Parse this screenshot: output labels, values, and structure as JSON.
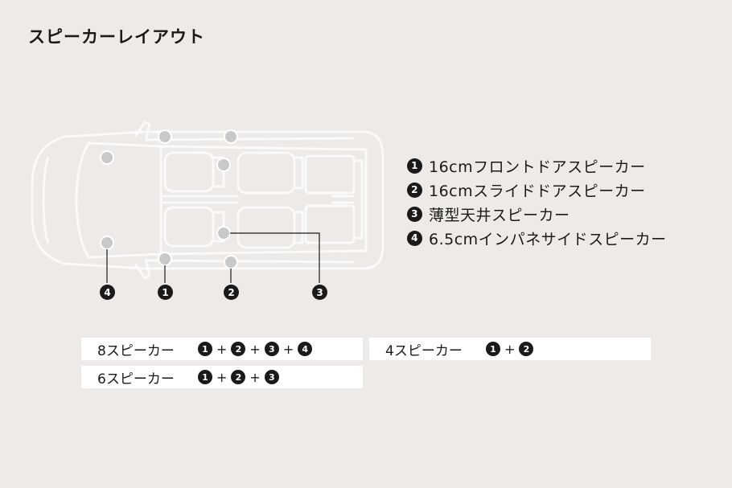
{
  "title": "スピーカーレイアウト",
  "legend": [
    {
      "num": "1",
      "text": "16cmフロントドアスピーカー"
    },
    {
      "num": "2",
      "text": "16cmスライドドアスピーカー"
    },
    {
      "num": "3",
      "text": "薄型天井スピーカー"
    },
    {
      "num": "4",
      "text": "6.5cmインパネサイドスピーカー"
    }
  ],
  "callouts": [
    "4",
    "1",
    "2",
    "3"
  ],
  "configs": [
    {
      "label": "8スピーカー",
      "nums": [
        "1",
        "2",
        "3",
        "4"
      ]
    },
    {
      "label": "4スピーカー",
      "nums": [
        "1",
        "2"
      ]
    },
    {
      "label": "6スピーカー",
      "nums": [
        "1",
        "2",
        "3"
      ]
    }
  ],
  "plus": "+"
}
